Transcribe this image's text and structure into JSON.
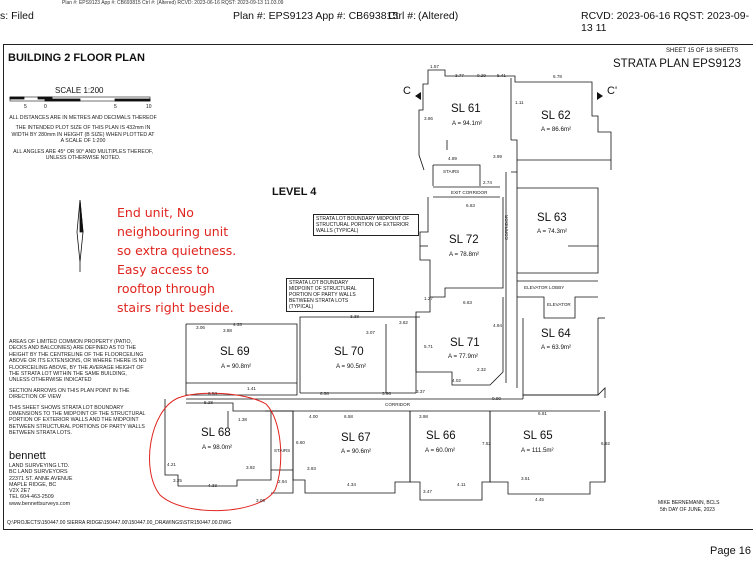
{
  "header": {
    "tiny_line": "Plan #: EPS9123 App #: CB693815    Ctrl #:    (Altered) RCVD: 2023-06-16 RQST: 2023-09-13 11.03.09",
    "status": "s: Filed",
    "plan": "Plan #: EPS9123 App #: CB693815",
    "ctrl": "Ctrl #:",
    "altered": "(Altered)",
    "dates": "RCVD: 2023-06-16 RQST: 2023-09-13 11"
  },
  "sheet": {
    "title": "BUILDING 2 FLOOR PLAN",
    "sheet_no": "SHEET 15 OF 18 SHEETS",
    "plan_title": "STRATA PLAN EPS9123",
    "level": "LEVEL 4",
    "section_c": "C",
    "section_c2": "C'",
    "scale": "SCALE  1:200",
    "scale_ticks": [
      "5",
      "0",
      "5",
      "10"
    ],
    "notes_top": [
      "ALL DISTANCES ARE IN METRES AND DECIMALS THEREOF",
      "THE INTENDED PLOT SIZE OF THIS PLAN IS 432mm IN",
      "WIDTH BY 280mm IN HEIGHT (B SIZE) WHEN PLOTTED AT",
      "A SCALE OF 1:200",
      "ALL ANGLES ARE 45° OR 90° AND MULTIPLES THEREOF,",
      "UNLESS OTHERWISE NOTED."
    ],
    "notes_left": [
      "AREAS OF LIMITED COMMON PROPERTY (PATIO,",
      "DECKS AND BALCONIES) ARE DEFINED AS TO THE",
      "HEIGHT BY THE CENTRELINE OF THE FLOORCEILING",
      "ABOVE OR ITS EXTENSIONS, OR WHERE THERE IS NO",
      "FLOORCEILING ABOVE, BY THE AVERAGE HEIGHT OF",
      "THE STRATA LOT WITHIN THE SAME BUILDING,",
      "UNLESS OTHERWISE INDICATED",
      "",
      "SECTION ARROWS ON THIS PLAN POINT IN THE",
      "DIRECTION OF VIEW",
      "",
      "THIS SHEET SHOWS STRATA LOT BOUNDARY",
      "DIMENSIONS TO THE MIDPOINT OF THE STRUCTURAL",
      "PORTION OF EXTERIOR WALLS AND THE MIDPOINT",
      "BETWEEN STRUCTURAL PORTIONS OF PARTY WALLS",
      "BETWEEN STRATA LOTS."
    ],
    "bennett": {
      "name": "bennett",
      "line1": "LAND SURVEYING LTD.",
      "line2": "BC LAND SURVEYORS",
      "line3": "22371 ST. ANNE AVENUE",
      "line4": "MAPLE RIDGE, BC",
      "line5": "V2X 2E7",
      "line6": "TEL 604-463-2509",
      "line7": "www.bennettsurveys.com"
    },
    "surveyor": "MIKE BERNEMANN, BCLS",
    "surveyor_date": "5th DAY OF JUNE, 2023",
    "file_path": "Q:\\PROJECTS\\150447.00 SIERRA RIDGE\\150447.00\\150447.00_DRAWINGS\\STR150447.00.DWG",
    "callout_party": "STRATA LOT BOUNDARY MIDPOINT OF STRUCTURAL PORTION OF PARTY WALLS BETWEEN STRATA LOTS (TYPICAL)",
    "callout_exterior": "STRATA LOT BOUNDARY MIDPOINT OF STRUCTURAL PORTION OF EXTERIOR WALLS (TYPICAL)",
    "labels": {
      "stairs_top": "STAIRS",
      "exit_corridor": "EXIT CORRIDOR",
      "corridor_v": "CORRIDOR",
      "corridor_h": "CORRIDOR",
      "elevator_lobby": "ELEVATOR LOBBY",
      "elevator": "ELEVATOR",
      "stairs_bottom": "STAIRS"
    },
    "lots": [
      {
        "id": "SL 61",
        "area": "A = 94.1m²"
      },
      {
        "id": "SL 62",
        "area": "A = 86.6m²"
      },
      {
        "id": "SL 63",
        "area": "A = 74.3m²"
      },
      {
        "id": "SL 72",
        "area": "A = 78.8m²"
      },
      {
        "id": "SL 64",
        "area": "A = 63.9m²"
      },
      {
        "id": "SL 71",
        "area": "A = 77.9m²"
      },
      {
        "id": "SL 69",
        "area": "A = 90.8m²"
      },
      {
        "id": "SL 70",
        "area": "A = 90.5m²"
      },
      {
        "id": "SL 68",
        "area": "A = 98.0m²"
      },
      {
        "id": "SL 67",
        "area": "A = 90.6m²"
      },
      {
        "id": "SL 66",
        "area": "A = 60.0m²"
      },
      {
        "id": "SL 65",
        "area": "A = 111.5m²"
      }
    ],
    "dims": [
      "1.57",
      "3.77",
      "5.41",
      "6.78",
      "0.29",
      "1.11",
      "3.86",
      "4.89",
      "3.99",
      "6.63",
      "2.74",
      "3.06",
      "4.33",
      "3.88",
      "3.38",
      "3.62",
      "1.27",
      "3.07",
      "6.63",
      "6.58",
      "3.96",
      "6.53",
      "5.28",
      "4.00",
      "6.58",
      "3.98",
      "6.61",
      "3.92",
      "4.33",
      "3.25",
      "3.93",
      "4.34",
      "4.11",
      "3.51",
      "3.06",
      "3.47",
      "2.94",
      "4.21",
      "6.60",
      "7.52",
      "6.92",
      "4.94",
      "5.71",
      "2.32",
      "1.41",
      "1.38",
      "0.90",
      "4.02",
      "3.37",
      "4.45"
    ]
  },
  "annotation": {
    "lines": [
      "End unit, No",
      "neighbouring unit",
      "so extra quietness.",
      "Easy access to",
      "rooftop through",
      "stairs right beside."
    ]
  },
  "footer": {
    "page": "Page 16"
  }
}
